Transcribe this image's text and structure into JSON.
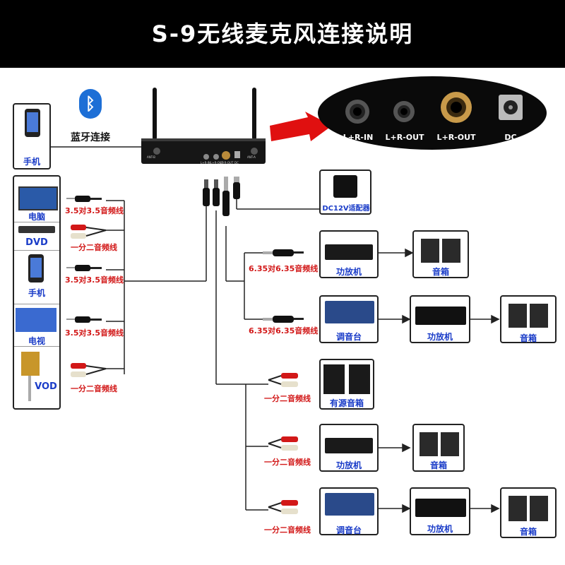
{
  "title": "S-9无线麦克风连接说明",
  "bluetooth_label": "蓝牙连接",
  "panel": {
    "port_labels": [
      "L+R-IN",
      "L+R-OUT",
      "L+R-OUT",
      "DC"
    ]
  },
  "receiver": {
    "small_labels": [
      "ANT-B",
      "L+R-IN",
      "L+R-OUT",
      "L+R-OUT",
      "DC",
      "ANT-A"
    ]
  },
  "left_devices": {
    "phone_top": "手机",
    "computer": "电脑",
    "dvd": "DVD",
    "phone2": "手机",
    "tv": "电视",
    "vod": "VOD"
  },
  "left_cables": [
    "3.5对3.5音频线",
    "一分二音频线",
    "3.5对3.5音频线",
    "3.5对3.5音频线",
    "一分二音频线"
  ],
  "adapter_label": "DC12V适配器",
  "outputs": {
    "row1": {
      "cable": "6.35对6.35音频线",
      "device": "功放机",
      "speaker": "音箱"
    },
    "row2": {
      "cable": "6.35对6.35音频线",
      "device": "调音台",
      "amp": "功放机",
      "speaker": "音箱"
    },
    "row3": {
      "cable": "一分二音频线",
      "device": "有源音箱"
    },
    "row4": {
      "cable": "一分二音频线",
      "device": "功放机",
      "speaker": "音箱"
    },
    "row5": {
      "cable": "一分二音频线",
      "device": "调音台",
      "amp": "功放机",
      "speaker": "音箱"
    }
  },
  "colors": {
    "label_blue": "#1a3cc8",
    "cable_red": "#d21818",
    "arrow_red": "#e01010"
  }
}
